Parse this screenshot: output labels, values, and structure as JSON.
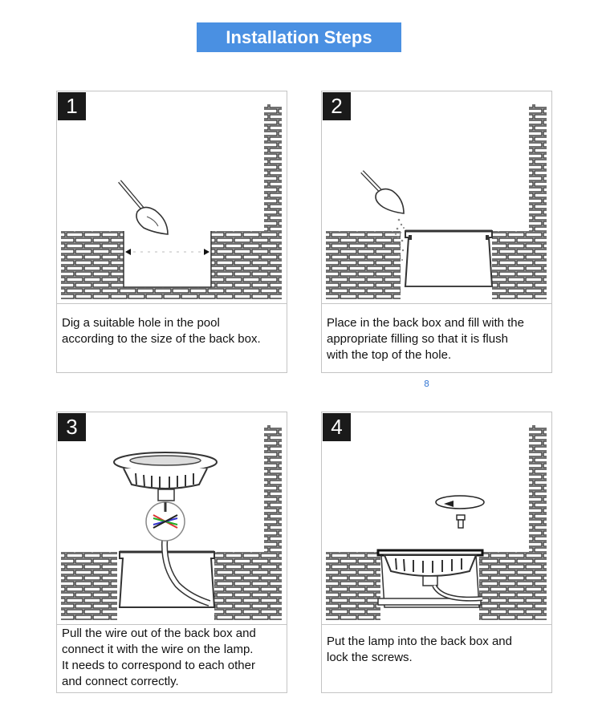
{
  "page_title": "Installation Steps",
  "side_marker": "8",
  "steps": [
    {
      "number": "1",
      "caption_lines": [
        "Dig a suitable hole in the pool",
        "according to the size of the back box."
      ]
    },
    {
      "number": "2",
      "caption_lines": [
        "Place in the back box and fill with the",
        "appropriate filling so that it is flush",
        "with the top of the hole."
      ]
    },
    {
      "number": "3",
      "caption_lines": [
        "Pull the wire out of the back box and",
        "connect it with the wire on the lamp.",
        "It needs to correspond to each other",
        "and connect correctly."
      ]
    },
    {
      "number": "4",
      "caption_lines": [
        "Put the lamp into the back box and",
        "lock the screws."
      ]
    }
  ],
  "colors": {
    "title_bg": "#4a90e2",
    "number_bg": "#1a1a1a",
    "border": "#c4c4c4"
  }
}
